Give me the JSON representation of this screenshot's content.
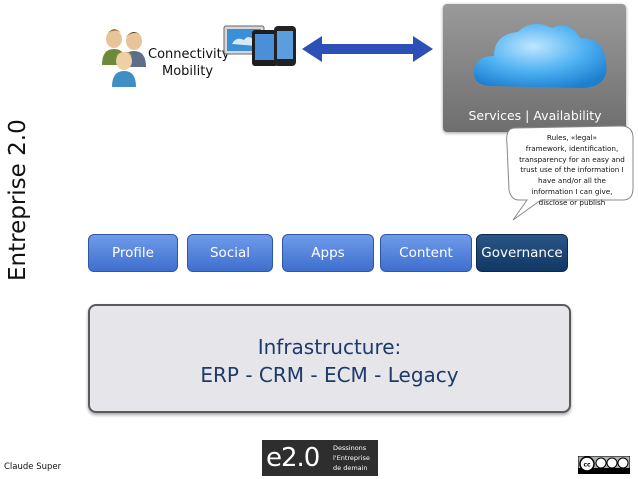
{
  "title": "Entreprise 2.0",
  "connectivity": {
    "line1": "Connectivity",
    "line2": "Mobility"
  },
  "services_label": "Services | Availability",
  "bubble": {
    "lines": [
      "Rules, «legal»",
      "framework, identification,",
      "transparency for an easy and",
      "trust use of the information I",
      "have and/or all the",
      "information I can give,",
      "disclose or publish"
    ]
  },
  "tabs": [
    {
      "label": "Profile"
    },
    {
      "label": "Social"
    },
    {
      "label": "Apps"
    },
    {
      "label": "Content"
    },
    {
      "label": "Governance"
    }
  ],
  "infrastructure": {
    "line1": "Infrastructure:",
    "line2": "ERP - CRM - ECM - Legacy"
  },
  "author": "Claude Super",
  "logo": {
    "mark": "e2.0",
    "tagline": [
      "Dessinons",
      "l'Entreprise",
      "de demain"
    ]
  },
  "license": {
    "icon": "cc-by-nc-sa-icon"
  },
  "colors": {
    "tab_blue": "#4f7fdd",
    "governance_blue": "#1c4676",
    "infra_text": "#1e3a68",
    "services_gray": "#7f7f7f",
    "arrow_blue": "#2d4fb8"
  }
}
